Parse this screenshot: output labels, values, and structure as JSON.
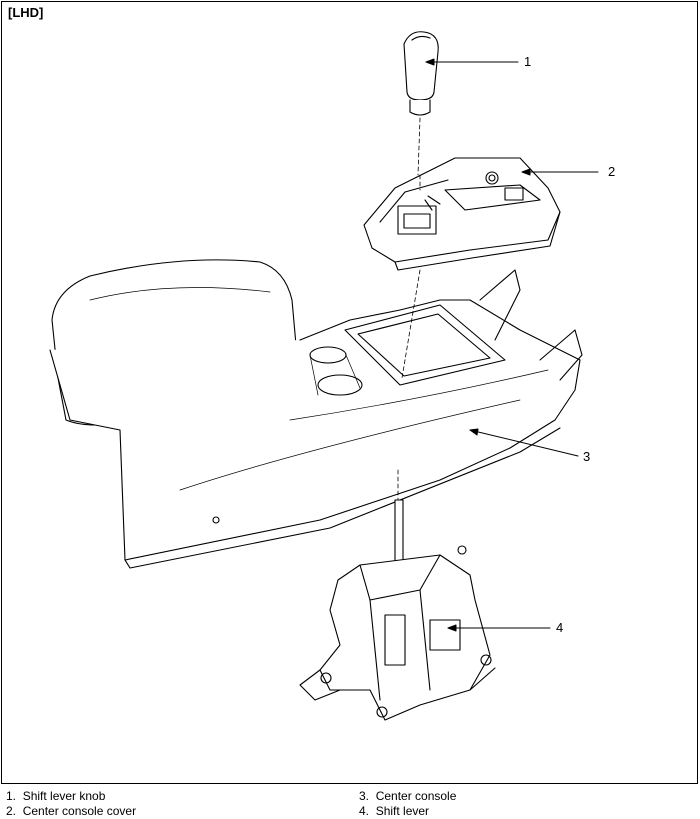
{
  "header": {
    "tag": "[LHD]"
  },
  "callouts": [
    "1",
    "2",
    "3",
    "4"
  ],
  "legend": [
    {
      "num": "1.",
      "label": "Shift lever knob"
    },
    {
      "num": "2.",
      "label": "Center console cover"
    },
    {
      "num": "3.",
      "label": "Center console"
    },
    {
      "num": "4.",
      "label": "Shift lever"
    }
  ]
}
